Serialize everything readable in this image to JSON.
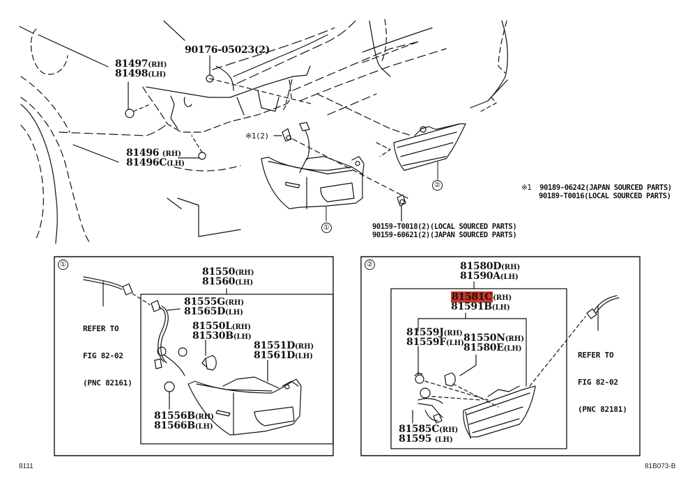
{
  "diagram": {
    "title_code": "8111",
    "figure_id": "81B073-B",
    "overview": {
      "labels": [
        {
          "id": "clip-upper",
          "pn": "81497",
          "side": "(RH)",
          "pn2": "81498",
          "side2": "(LH)"
        },
        {
          "id": "clip-lower",
          "pn": "81496 ",
          "side": "(RH)",
          "pn2": "81496C",
          "side2": "(LH)"
        },
        {
          "id": "nut",
          "pn": "90176-05023(2)"
        },
        {
          "id": "screw-note-ref",
          "text": "※1(2)"
        }
      ],
      "screw_lower": [
        "90159-T0018(2)(LOCAL SOURCED PARTS)",
        "90159-60621(2)(JAPAN SOURCED PARTS)"
      ],
      "note": {
        "marker": "※1",
        "lines": [
          "90189-06242(JAPAN SOURCED PARTS)",
          "90189-T0016(LOCAL SOURCED PARTS)"
        ]
      },
      "callouts": [
        "①",
        "②"
      ]
    },
    "box1": {
      "callout": "①",
      "assembly": {
        "pn": "81550",
        "side": "(RH)",
        "pn2": "81560",
        "side2": "(LH)"
      },
      "socket_wire": {
        "pn": "81555G",
        "side": "(RH)",
        "pn2": "81565D",
        "side2": "(LH)"
      },
      "bulb": {
        "pn": "81550L",
        "side": "(RH)",
        "pn2": "81530B",
        "side2": "(LH)"
      },
      "lens": {
        "pn": "81551D",
        "side": "(RH)",
        "pn2": "81561D",
        "side2": "(LH)"
      },
      "socket": {
        "pn": "81556B",
        "side": "(RH)",
        "pn2": "81566B",
        "side2": "(LH)"
      },
      "refer": [
        "REFER TO",
        "FIG 82-02",
        "(PNC 82161)"
      ]
    },
    "box2": {
      "callout": "②",
      "assembly": {
        "pn": "81580D",
        "side": "(RH)",
        "pn2": "81590A",
        "side2": "(LH)"
      },
      "lens": {
        "pn": "81581C",
        "side": "(RH)",
        "pn2": "81591B",
        "side2": "(LH)",
        "highlighted": true
      },
      "bulb_a": {
        "pn": "81559J",
        "side": "(RH)",
        "pn2": "81559F",
        "side2": "(LH)"
      },
      "bulb_b": {
        "pn": "81550N",
        "side": "(RH)",
        "pn2": "81580E",
        "side2": "(LH)"
      },
      "socket": {
        "pn": "81585C",
        "side": "(RH)",
        "pn2": "81595 ",
        "side2": "(LH)"
      },
      "refer": [
        "REFER TO",
        "FIG 82-02",
        "(PNC 82181)"
      ]
    },
    "highlight_color": "#c0392b"
  }
}
